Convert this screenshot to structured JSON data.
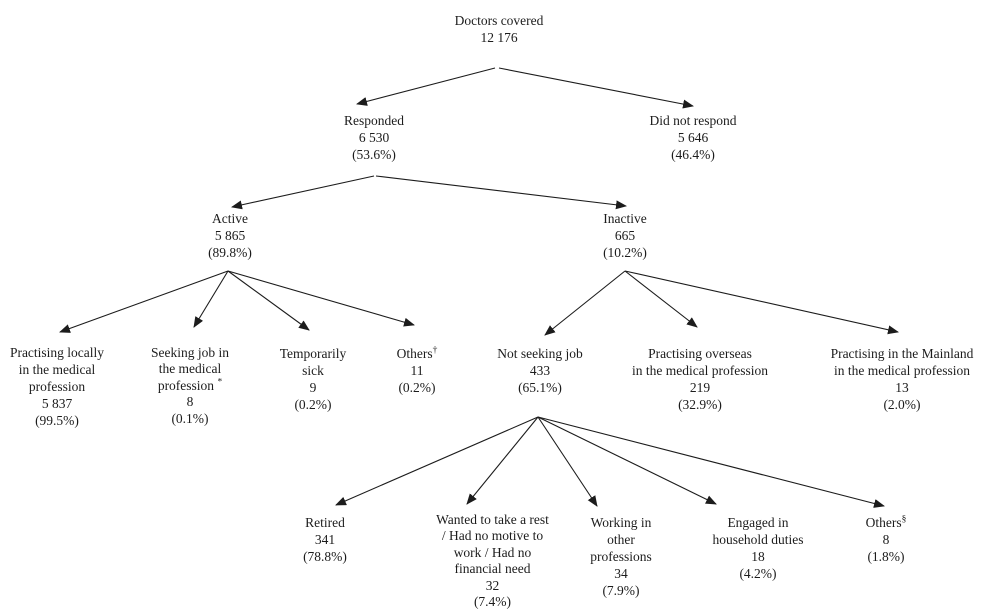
{
  "diagram": {
    "description_root": "Doctors covered",
    "nodes": {
      "root": {
        "lines": [
          "Doctors covered"
        ],
        "value": "12 176",
        "percent": ""
      },
      "responded": {
        "lines": [
          "Responded"
        ],
        "value": "6 530",
        "percent": "(53.6%)"
      },
      "did_not_respond": {
        "lines": [
          "Did not respond"
        ],
        "value": "5 646",
        "percent": "(46.4%)"
      },
      "active": {
        "lines": [
          "Active"
        ],
        "value": "5 865",
        "percent": "(89.8%)"
      },
      "inactive": {
        "lines": [
          "Inactive"
        ],
        "value": "665",
        "percent": "(10.2%)"
      },
      "practising_locally": {
        "lines": [
          "Practising locally",
          "in the medical",
          "profession"
        ],
        "value": "5 837",
        "percent": "(99.5%)"
      },
      "seeking_job": {
        "lines": [
          "Seeking job in",
          "the medical",
          "profession"
        ],
        "sup": "*",
        "value": "8",
        "percent": "(0.1%)"
      },
      "temporarily_sick": {
        "lines": [
          "Temporarily",
          "sick"
        ],
        "value": "9",
        "percent": "(0.2%)"
      },
      "others_active": {
        "lines": [
          "Others"
        ],
        "sup": "†",
        "value": "11",
        "percent": "(0.2%)"
      },
      "not_seeking_job": {
        "lines": [
          "Not seeking job"
        ],
        "value": "433",
        "percent": "(65.1%)"
      },
      "practising_overseas": {
        "lines": [
          "Practising overseas",
          "in the medical profession"
        ],
        "value": "219",
        "percent": "(32.9%)"
      },
      "practising_mainland": {
        "lines": [
          "Practising in the Mainland",
          "in the medical profession"
        ],
        "value": "13",
        "percent": "(2.0%)"
      },
      "retired": {
        "lines": [
          "Retired"
        ],
        "value": "341",
        "percent": "(78.8%)"
      },
      "wanted_rest": {
        "lines": [
          "Wanted to take a rest",
          "/ Had no motive to",
          "work / Had no",
          "financial need"
        ],
        "value": "32",
        "percent": "(7.4%)"
      },
      "working_other": {
        "lines": [
          "Working in",
          "other",
          "professions"
        ],
        "value": "34",
        "percent": "(7.9%)"
      },
      "engaged_household": {
        "lines": [
          "Engaged in",
          "household duties"
        ],
        "value": "18",
        "percent": "(4.2%)"
      },
      "others_inactive": {
        "lines": [
          "Others"
        ],
        "sup": "§",
        "value": "8",
        "percent": "(1.8%)"
      }
    },
    "arrow_color": "#1c1c1c",
    "background_color": "#ffffff"
  }
}
